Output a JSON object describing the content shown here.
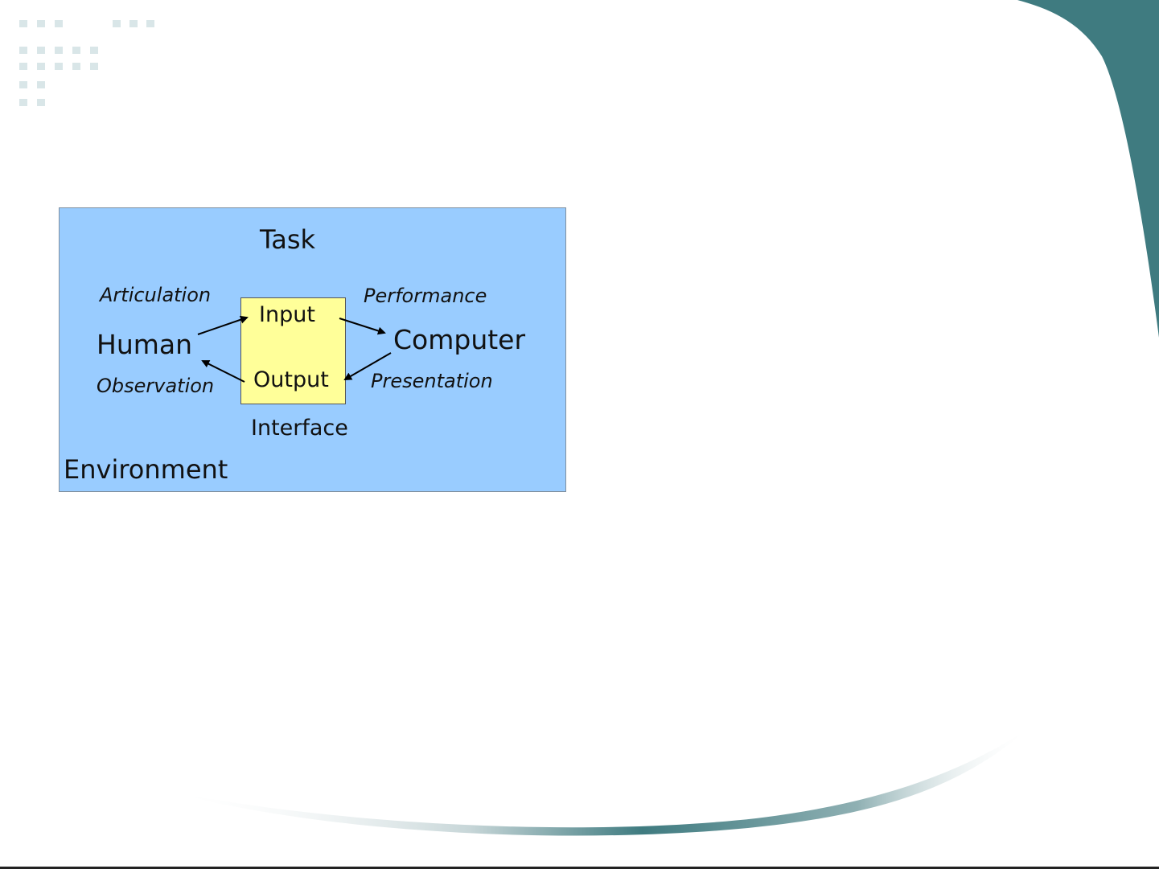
{
  "theme": {
    "accent": "#3f7b80",
    "dot_color": "#d9e6e8",
    "environment_fill": "#99ccff",
    "interface_fill": "#ffff99"
  },
  "diagram": {
    "task": "Task",
    "environment": "Environment",
    "interface": "Interface",
    "human": "Human",
    "computer": "Computer",
    "input": "Input",
    "output": "Output",
    "articulation": "Articulation",
    "performance": "Performance",
    "observation": "Observation",
    "presentation": "Presentation"
  }
}
